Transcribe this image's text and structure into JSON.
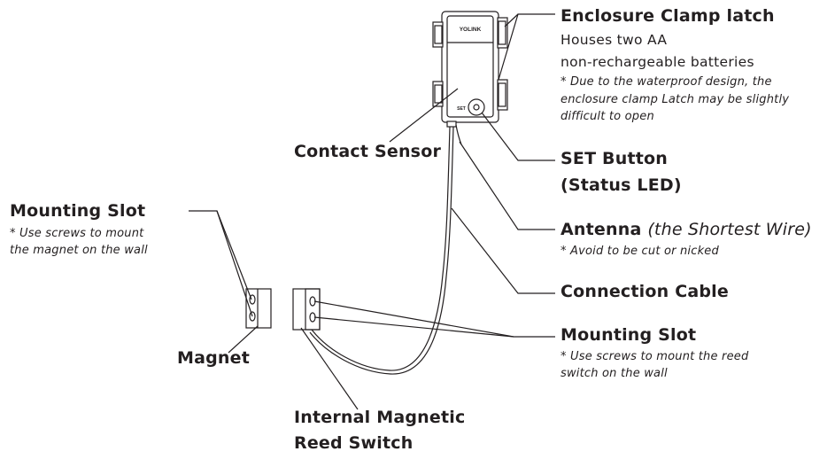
{
  "device": {
    "brand": "YOLINK",
    "set_label": "SET"
  },
  "labels": {
    "enclosure": {
      "title": "Enclosure Clamp latch",
      "line1": "Houses two AA",
      "line2": "non-rechargeable batteries",
      "note1": "* Due to the waterproof design, the",
      "note2": "enclosure clamp Latch may be slightly",
      "note3": "difficult to open"
    },
    "contact_sensor": "Contact Sensor",
    "set_button": {
      "line1": "SET Button",
      "line2": "(Status LED)"
    },
    "antenna": {
      "title": "Antenna",
      "title_extra": "(the Shortest Wire)",
      "note": "* Avoid to be cut or nicked"
    },
    "connection_cable": "Connection Cable",
    "mounting_slot_right": {
      "title": "Mounting Slot",
      "note1": "* Use screws to mount the reed",
      "note2": "switch on the wall"
    },
    "mounting_slot_left": {
      "title": "Mounting Slot",
      "note1": "* Use screws to mount",
      "note2": "the magnet on the wall"
    },
    "magnet": "Magnet",
    "reed_switch": {
      "line1": "Internal Magnetic",
      "line2": "Reed Switch"
    }
  }
}
